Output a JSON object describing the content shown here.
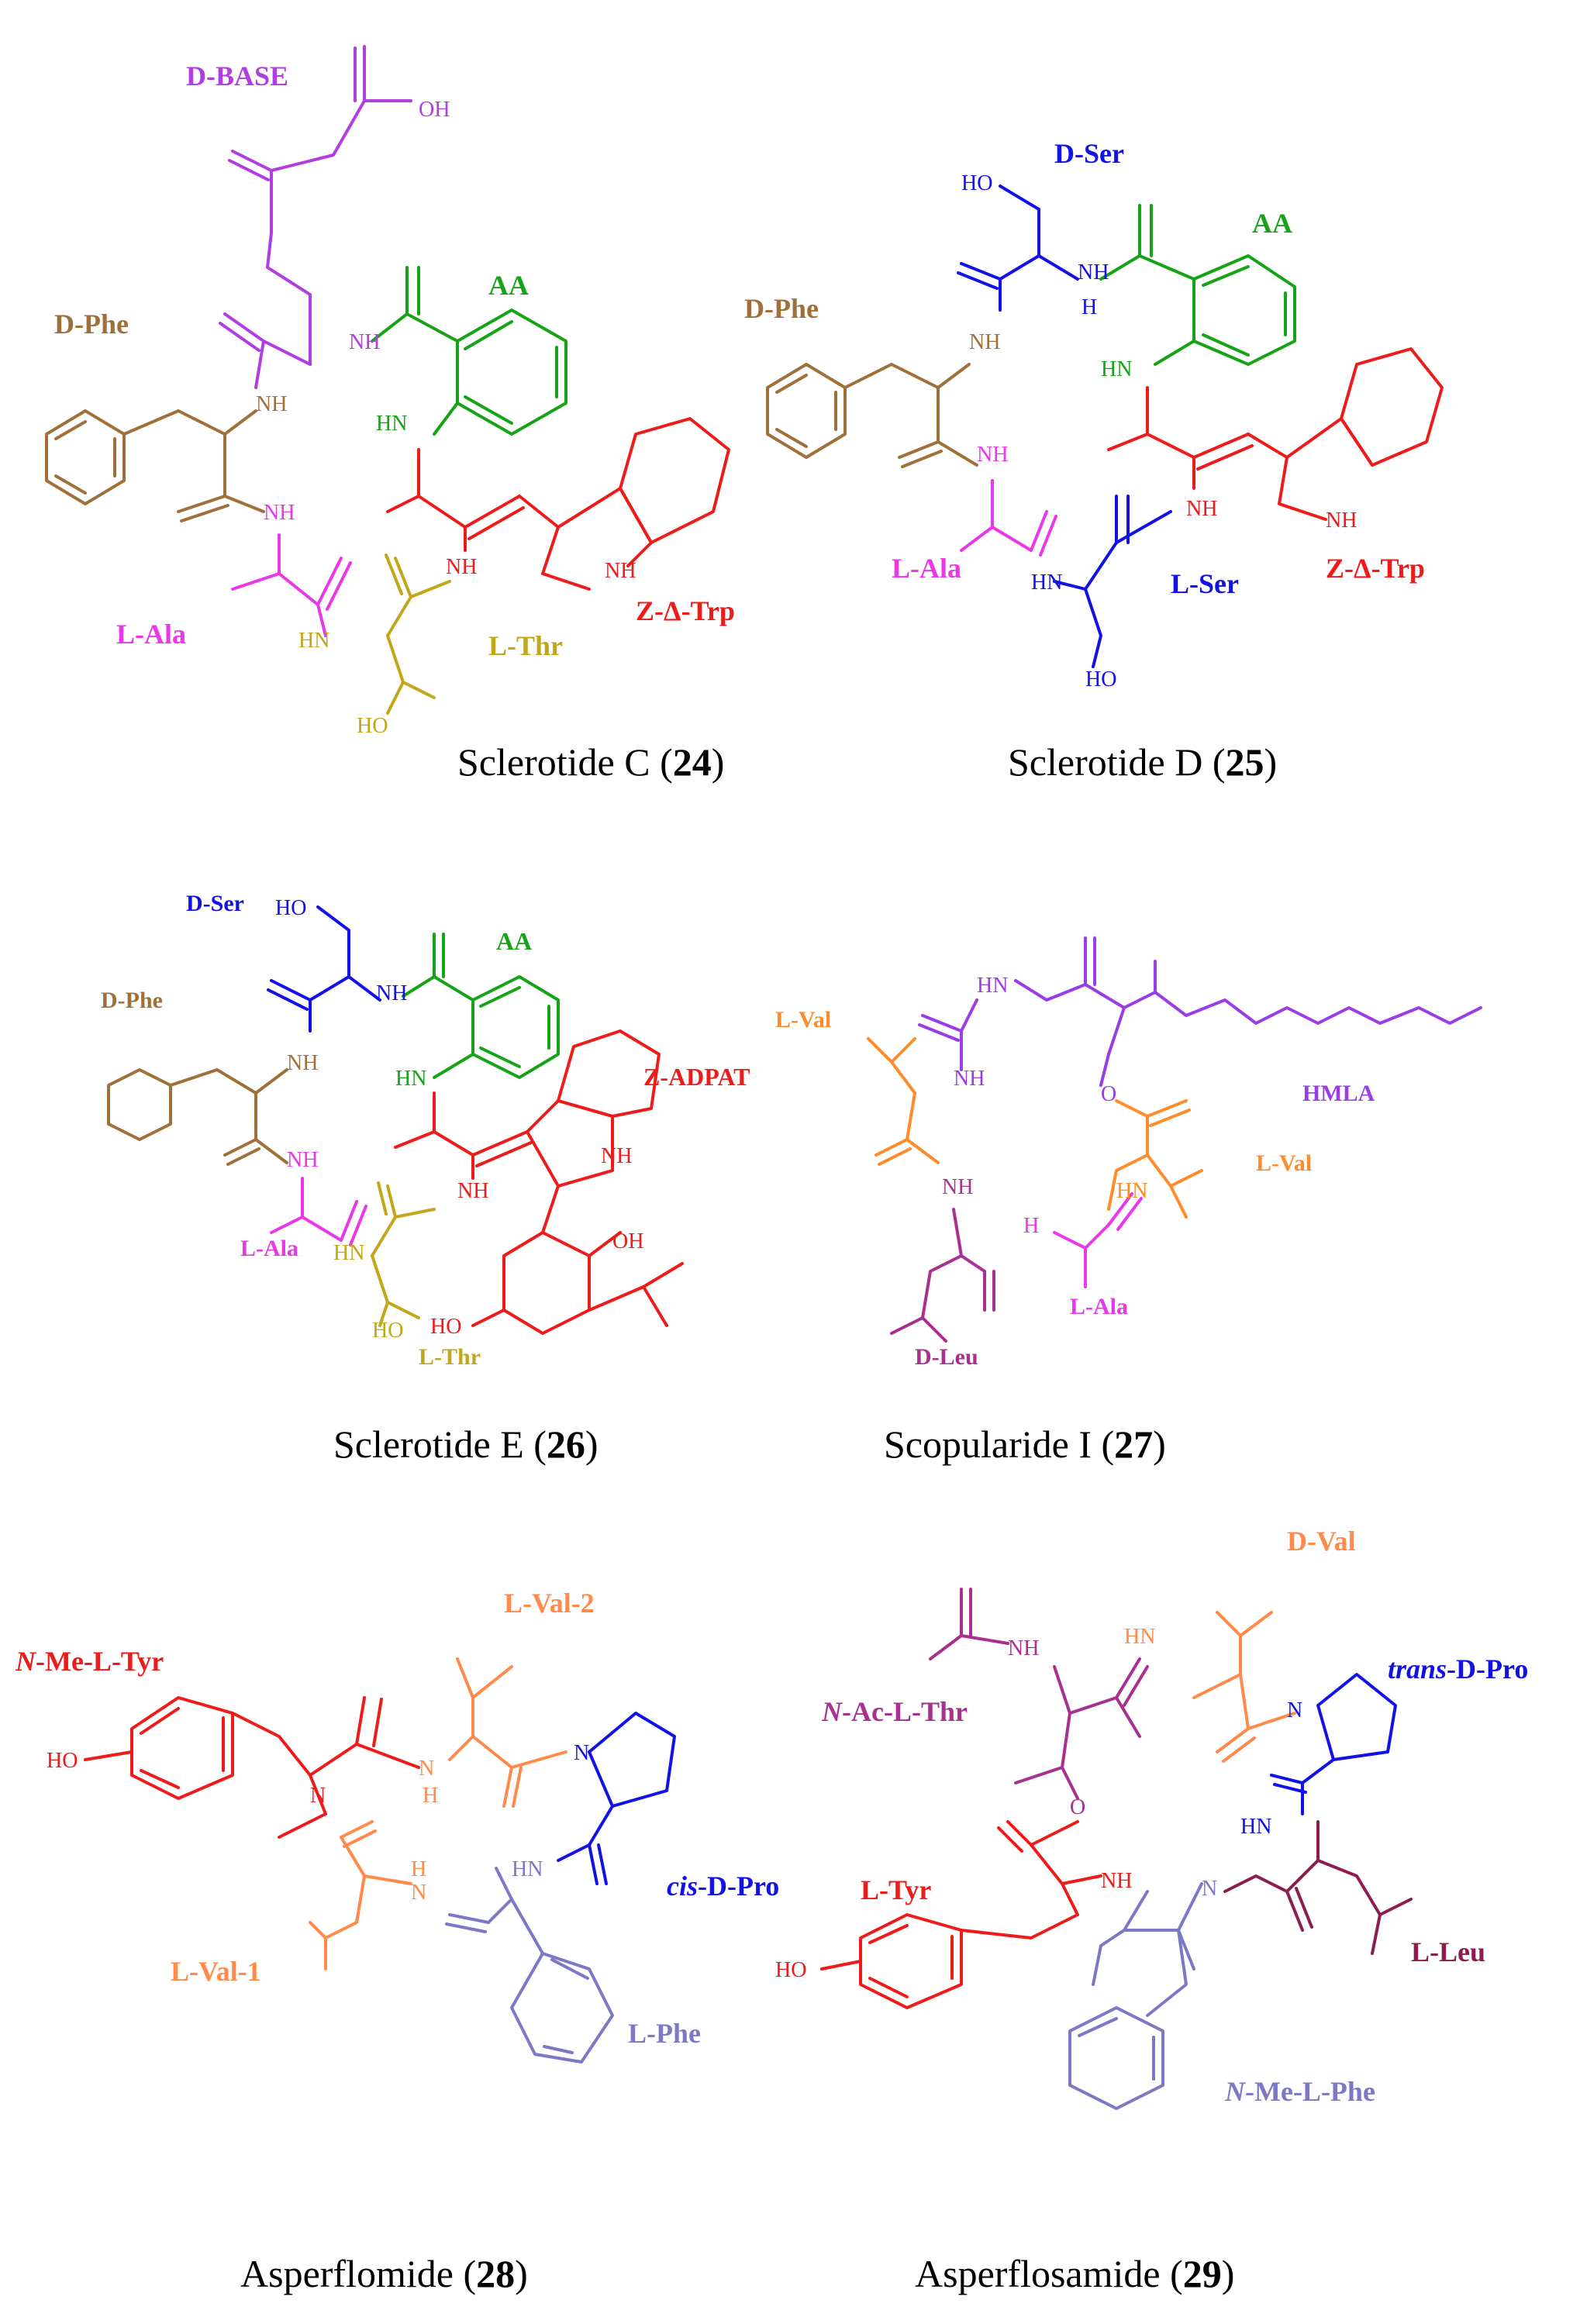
{
  "colors": {
    "purple": "#b03ee0",
    "violet": "#9a3de6",
    "blue": "#1212e6",
    "green": "#17a317",
    "brown": "#a0703a",
    "magenta": "#e838e8",
    "red": "#ee1b1b",
    "olive": "#c2a71a",
    "orange": "#ff8c2a",
    "salmon": "#ff8a4a",
    "lavender": "#7d78c6",
    "plum": "#a8308e",
    "maroon": "#8b1e4e",
    "crimson": "#c81f5a"
  },
  "compounds": [
    {
      "caption_name": "Sclerotide C",
      "caption_num": "24",
      "labels": {
        "d_base": "D-BASE",
        "aa": "AA",
        "d_phe": "D-Phe",
        "l_ala": "L-Ala",
        "l_thr": "L-Thr",
        "trp": "Z-Δ-Trp"
      }
    },
    {
      "caption_name": "Sclerotide D",
      "caption_num": "25",
      "labels": {
        "d_ser": "D-Ser",
        "aa": "AA",
        "d_phe": "D-Phe",
        "l_ala": "L-Ala",
        "l_ser": "L-Ser",
        "trp": "Z-Δ-Trp"
      }
    },
    {
      "caption_name": "Sclerotide E",
      "caption_num": "26",
      "labels": {
        "d_ser": "D-Ser",
        "aa": "AA",
        "d_phe": "D-Phe",
        "l_ala": "L-Ala",
        "l_thr": "L-Thr",
        "adpat": "Z-ADPAT"
      }
    },
    {
      "caption_name": "Scopularide I",
      "caption_num": "27",
      "labels": {
        "l_val_a": "L-Val",
        "hmla": "HMLA",
        "l_val_b": "L-Val",
        "l_ala": "L-Ala",
        "d_leu": "D-Leu"
      }
    },
    {
      "caption_name": "Asperflomide",
      "caption_num": "28",
      "labels": {
        "nme_tyr_prefix": "N",
        "nme_tyr": "-Me-L-Tyr",
        "l_val_2": "L-Val-2",
        "cis_prefix": "cis",
        "cis_pro": "-D-Pro",
        "l_val_1": "L-Val-1",
        "l_phe": "L-Phe"
      }
    },
    {
      "caption_name": "Asperflosamide",
      "caption_num": "29",
      "labels": {
        "d_val": "D-Val",
        "trans_prefix": "trans",
        "trans_pro": "-D-Pro",
        "nac_prefix": "N",
        "nac_thr": "-Ac-L-Thr",
        "l_tyr": "L-Tyr",
        "l_leu": "L-Leu",
        "nme_phe_prefix": "N",
        "nme_phe": "-Me-L-Phe"
      }
    }
  ],
  "atoms": {
    "oh": "OH",
    "ho": "HO",
    "nh": "NH",
    "hn": "HN",
    "n": "N",
    "h": "H",
    "o": "O"
  }
}
